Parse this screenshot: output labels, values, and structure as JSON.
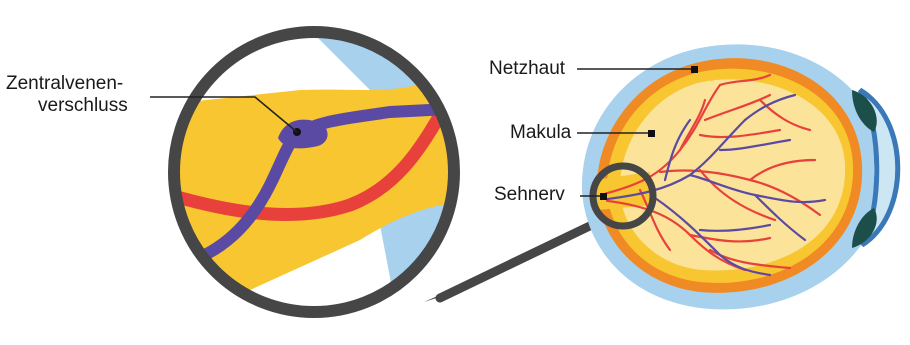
{
  "labels": {
    "zentralvenen_line1": "Zentralvenen-",
    "zentralvenen_line2": "verschluss",
    "netzhaut": "Netzhaut",
    "makula": "Makula",
    "sehnerv": "Sehnerv"
  },
  "colors": {
    "vein": "#5b4aa3",
    "artery": "#e8413c",
    "nerve": "#f8c630",
    "retina_orange": "#f08a24",
    "sclera_blue": "#a7d1ec",
    "lens_teal": "#1d4f4a",
    "interior": "#fbe39a",
    "magnifier_ring": "#464646"
  }
}
